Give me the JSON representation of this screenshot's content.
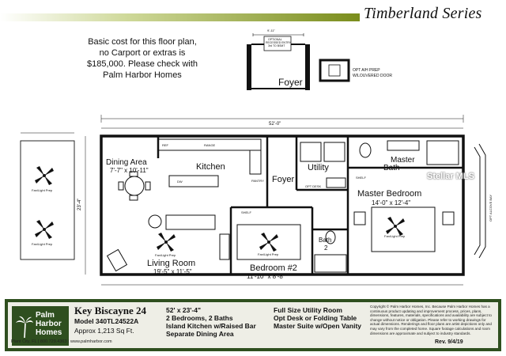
{
  "header": {
    "series": "Timberland Series"
  },
  "cost_note": {
    "lines": [
      "Basic cost for this floor plan,",
      "no Carport or extras is",
      "$185,000. Please check with",
      "Palm Harbor Homes"
    ]
  },
  "foyer_detail": {
    "label": "Foyer",
    "note_lines": [
      "OPTIONAL",
      "RECESSED ENTRY",
      "3rd TO BSMT"
    ],
    "dimension": "9'-11\""
  },
  "ac_detail": {
    "note_lines": [
      "OPT A/H PREP",
      "W/LOUVERED DOOR"
    ]
  },
  "rooms": {
    "dining": {
      "name": "Dining Area",
      "size": "7'-7\" x 10'-11\""
    },
    "kitchen": {
      "name": "Kitchen"
    },
    "foyer": {
      "name": "Foyer"
    },
    "utility": {
      "name": "Utility"
    },
    "master_bath": {
      "name": "Master",
      "name2": "Bath"
    },
    "master_bedroom": {
      "name": "Master Bedroom",
      "size": "14'-0\" x 12'-4\""
    },
    "living_room": {
      "name": "Living Room",
      "size": "19'-5\" x 11'-5\""
    },
    "bedroom2": {
      "name": "Bedroom #2",
      "size": "11'-10\" x 8'-8\""
    },
    "bath2": {
      "name": "Bath",
      "name2": "2"
    }
  },
  "small_labels": {
    "shelf": "SHELF",
    "pantry": "PANTRY",
    "ceiling_fan": "Fan/Light Prep",
    "porch_fan": "Fan/Light Prep",
    "opt_desk": "OPT DESK",
    "bay": "OPT ALCOVE BAY",
    "ref": "REF",
    "range": "RANGE",
    "dw": "DW"
  },
  "dimensions": {
    "overall_width": "52'-0\"",
    "overall_depth": "23'-4\""
  },
  "footer": {
    "logo_lines": [
      "Palm",
      "Harbor",
      "Homes"
    ],
    "plant": "Plant City, FL  |  800.729.4363  |  www.palmharbor.com",
    "model_title": "Key Biscayne 24",
    "model_number": "Model 340TL24522A",
    "sqft": "Approx 1,213 Sq Ft.",
    "features_left": [
      "52' x 23'-4\"",
      "2 Bedrooms, 2 Baths",
      "Island Kitchen w/Raised Bar",
      "Separate Dining Area"
    ],
    "features_right": [
      "Full Size Utility Room",
      "Opt Desk or Folding Table",
      "Master Suite w/Open Vanity"
    ],
    "legal": "Copyright © Palm Harbor Homes, Inc. Because Palm Harbor Homes has a continuous product updating and improvement process, prices, plans, dimensions, features, materials, specifications and availability are subject to change without notice or obligation. Please refer to working drawings for actual dimensions. Renderings and floor plans are artist depictions only and may vary from the completed home. Square footage calculations and room dimensions are approximate and subject to industry standards.",
    "revision": "Rev. 9/4/19"
  },
  "watermark": "Stellar MLS",
  "colors": {
    "footer_border": "#2f4f1f",
    "header_gradient": "#7a8d1c",
    "wall": "#111111"
  }
}
